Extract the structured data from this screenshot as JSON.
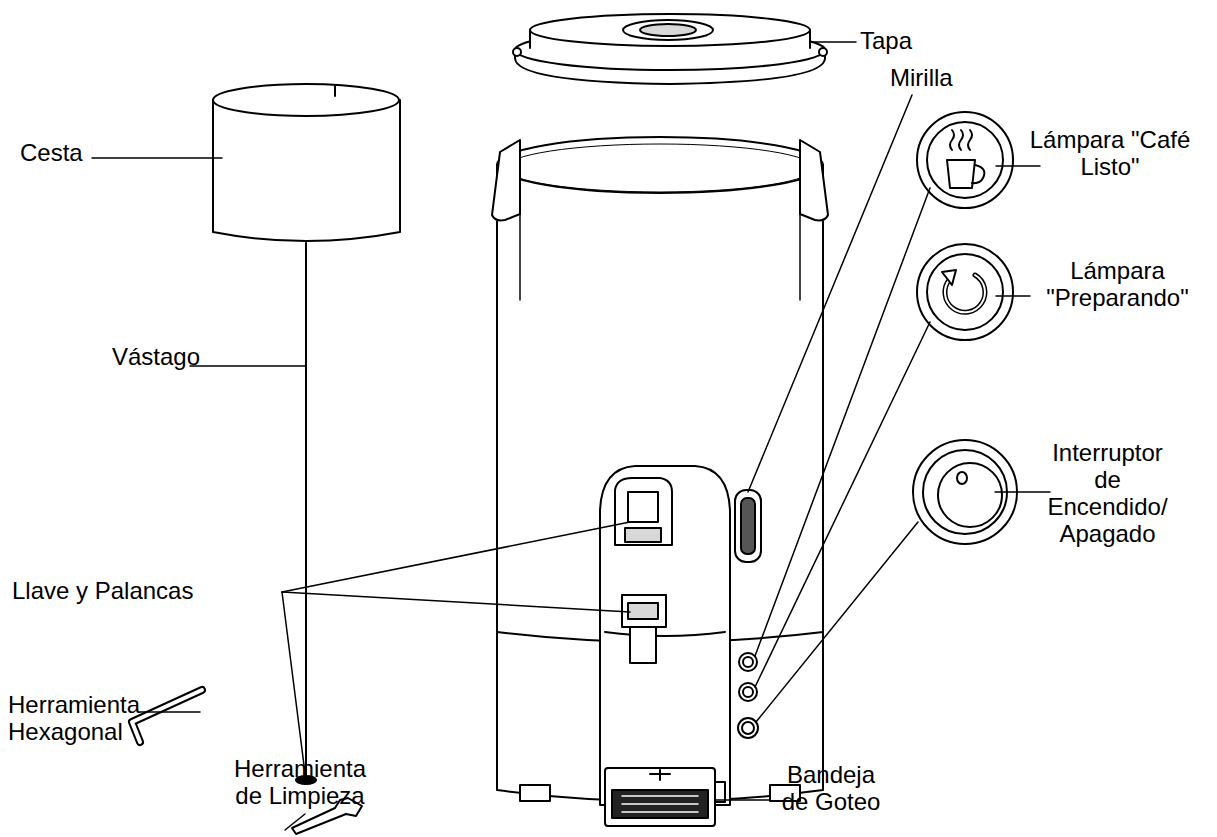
{
  "diagram": {
    "labels": [
      "Tapa",
      "Cesta",
      "Mirilla",
      "Lámpara \"Café Listo\"",
      "Vástago",
      "Lámpara \"Preparando\"",
      "Llave y Palancas",
      "Interruptor de Encendido/ Apagado",
      "Herramienta Hexagonal",
      "Herramienta de Limpieza",
      "Bandeja de Goteo"
    ]
  }
}
